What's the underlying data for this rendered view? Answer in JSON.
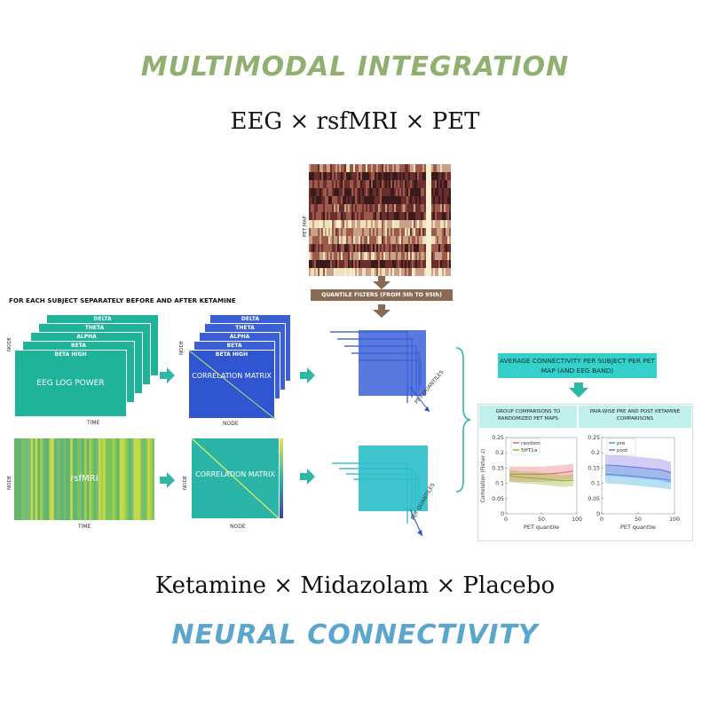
{
  "header": {
    "title": "MULTIMODAL INTEGRATION",
    "modalities": "EEG × rsfMRI × PET"
  },
  "footer": {
    "conditions": "Ketamine × Midazolam × Placebo",
    "title": "NEURAL CONNECTIVITY"
  },
  "pet": {
    "axis_label": "PET MAP",
    "filter_label": "QUANTILE FILTERS (FROM 5th TO 95th)"
  },
  "eeg": {
    "section_label": "FOR EACH SUBJECT SEPARATELY BEFORE AND AFTER KETAMINE",
    "bands": [
      "DELTA",
      "THETA",
      "ALPHA",
      "BETA",
      "BETA HIGH"
    ],
    "power_label": "EEG LOG POWER",
    "matrix_label": "CORRELATION MATRIX",
    "node_label": "NODE",
    "time_label": "TIME"
  },
  "fmri": {
    "label": "rsfMRI",
    "matrix_label": "CORRELATION MATRIX",
    "node_label": "NODE",
    "time_label": "TIME"
  },
  "quantiles_label": "PET QUANTILES",
  "results": {
    "summary_label": "AVERAGE CONNECTIVITY PER SUBJECT PER PET MAP (AND EEG BAND)",
    "left_header": "GROUP COMPARISONS TO RANDOMIZED PET MAPS",
    "right_header": "PAIR-WISE PRE AND POST KETAMINE COMPARISONS"
  },
  "colors": {
    "green_title": "#8fb06f",
    "blue_title": "#5aa6cc",
    "teal": "#33d1c9",
    "brown": "#8a6a55",
    "eeg_green": "#1fb39a"
  },
  "chart_data": [
    {
      "type": "line",
      "xlabel": "PET quantile",
      "ylabel": "Correlation (Fisher z)",
      "xlim": [
        0,
        100
      ],
      "ylim": [
        0,
        0.25
      ],
      "x_ticks": [
        "0",
        "50",
        "100"
      ],
      "y_ticks": [
        "0",
        "0.05",
        "0.1",
        "0.15",
        "0.2",
        "0.25"
      ],
      "legend_position": "top-left",
      "x": [
        5,
        20,
        35,
        50,
        65,
        80,
        95
      ],
      "series": [
        {
          "name": "random",
          "color": "#e8676e",
          "values": [
            0.13,
            0.13,
            0.13,
            0.13,
            0.132,
            0.135,
            0.14
          ],
          "band": 0.025
        },
        {
          "name": "5HT1a",
          "color": "#8bb52b",
          "values": [
            0.125,
            0.12,
            0.118,
            0.115,
            0.112,
            0.108,
            0.11
          ],
          "band": 0.02
        }
      ]
    },
    {
      "type": "line",
      "xlabel": "PET quantile",
      "ylabel": "",
      "xlim": [
        0,
        100
      ],
      "ylim": [
        0,
        0.25
      ],
      "x_ticks": [
        "0",
        "50",
        "100"
      ],
      "y_ticks": [
        "0",
        "0.05",
        "0.1",
        "0.15",
        "0.2",
        "0.25"
      ],
      "legend_position": "top-left",
      "x": [
        5,
        20,
        35,
        50,
        65,
        80,
        95
      ],
      "series": [
        {
          "name": "pre",
          "color": "#2aa8d8",
          "values": [
            0.13,
            0.128,
            0.125,
            0.122,
            0.118,
            0.115,
            0.11
          ],
          "band": 0.03
        },
        {
          "name": "post",
          "color": "#7b6fe0",
          "values": [
            0.16,
            0.158,
            0.155,
            0.152,
            0.148,
            0.145,
            0.135
          ],
          "band": 0.035
        }
      ]
    }
  ]
}
